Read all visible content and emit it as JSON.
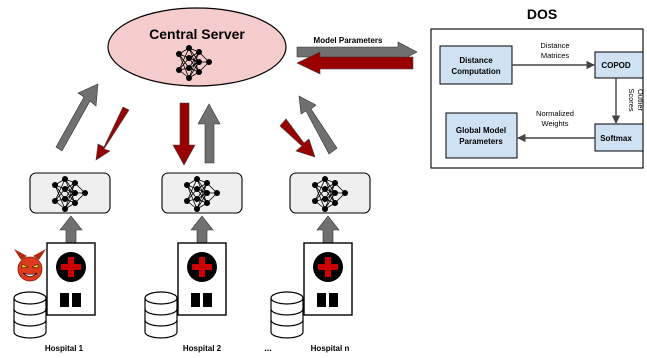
{
  "central_server": {
    "label": "Central Server"
  },
  "model_parameters_label": "Model Parameters",
  "dos": {
    "title": "DOS",
    "boxes": {
      "distance_computation": [
        "Distance",
        "Computation"
      ],
      "copod": "COPOD",
      "softmax": "Softmax",
      "global_model_parameters": [
        "Global Model",
        "Parameters"
      ]
    },
    "edge_labels": {
      "distance_matrices": [
        "Distance",
        "Matrices"
      ],
      "outlier_scores": [
        "Outlier",
        "Scores"
      ],
      "normalized_weights": [
        "Normalized",
        "Weights"
      ]
    }
  },
  "hospitals": [
    {
      "label": "Hospital 1",
      "malicious": true
    },
    {
      "label": "Hospital 2",
      "malicious": false
    },
    {
      "label": "Hospital n",
      "malicious": false
    }
  ],
  "ellipsis": "...",
  "colors": {
    "server_fill": "#f4cccc",
    "box_blue": "#cfe2f3",
    "upload_arrow": "#707070",
    "download_arrow": "#990000",
    "hospital_red": "#cc0000",
    "devil_red": "#e03a1e"
  }
}
